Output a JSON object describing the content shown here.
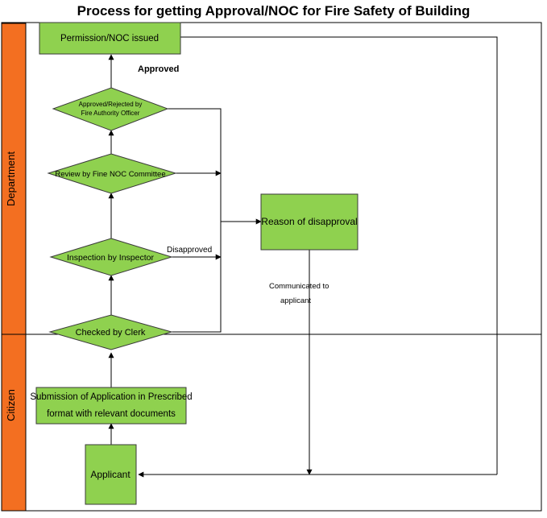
{
  "title": "Process for getting Approval/NOC for Fire Safety of Building",
  "lanes": {
    "department": "Department",
    "citizen": "Citizen"
  },
  "nodes": {
    "permission": "Permission/NOC issued",
    "approved_rejected_line1": "Approved/Rejected by",
    "approved_rejected_line2": "Fire Authority Officer",
    "review": "Review by Fine NOC Committee",
    "inspection": "Inspection by Inspector",
    "checked": "Checked by Clerk",
    "submission_line1": "Submission of Application in Prescribed",
    "submission_line2": "format  with relevant documents",
    "applicant": "Applicant",
    "reason": "Reason of disapproval"
  },
  "edge_labels": {
    "approved": "Approved",
    "disapproved": "Disapproved",
    "communicated_line1": "Communicated to",
    "communicated_line2": "applicant"
  },
  "colors": {
    "lane_header": "#f36f21",
    "node_fill": "#8fd14f",
    "node_stroke": "#3a3a3a",
    "line": "#000000"
  }
}
